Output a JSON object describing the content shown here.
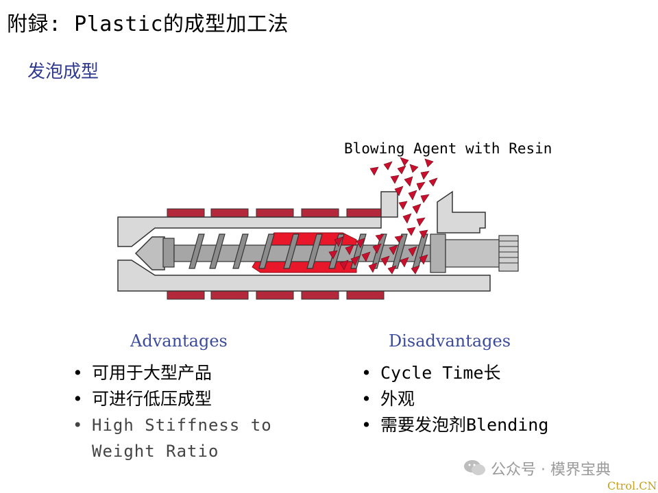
{
  "title": "附録: Plastic的成型加工法",
  "subtitle": "发泡成型",
  "diagram": {
    "label": "Blowing Agent with Resin",
    "colors": {
      "barrel": "#d9d9d9",
      "melt": "#e8182a",
      "heater": "#b3283a",
      "outline": "#333333"
    }
  },
  "advantages": {
    "heading": "Advantages",
    "items": [
      "可用于大型产品",
      "可进行低压成型",
      "High Stiffness to",
      "Weight Ratio"
    ]
  },
  "disadvantages": {
    "heading": "Disadvantages",
    "items": [
      "Cycle Time长",
      "外观",
      "需要发泡剂Blending"
    ]
  },
  "watermark": {
    "text": "公众号 · 模界宝典",
    "icon": "wechat-icon"
  },
  "site": "Ctrol.CN"
}
